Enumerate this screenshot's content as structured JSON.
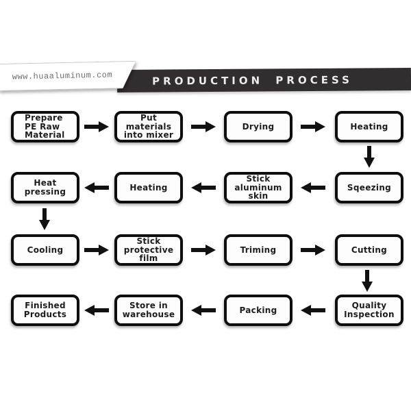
{
  "header": {
    "website": "www.huaaluminum.com",
    "title": "PRODUCTION PROCESS"
  },
  "colors": {
    "bar-color": "#322d2e",
    "bar-text-color": "#eeecec",
    "ribbon-text-color": "#6f6f6f",
    "ribbon-border-color": "#c6c6c6",
    "box-border-color": "#0f0e0e",
    "box-text-color": "#1e1d1d",
    "arrow-color": "#121111"
  },
  "flow": {
    "rows": [
      {
        "direction": "right",
        "boxes": [
          {
            "label": "Prepare\nPE Raw\nMaterial"
          },
          {
            "label": "Put\nmaterials\ninto mixer"
          },
          {
            "label": "Drying"
          },
          {
            "label": "Heating"
          }
        ]
      },
      {
        "direction": "left",
        "boxes": [
          {
            "label": "Heat\npressing"
          },
          {
            "label": "Heating"
          },
          {
            "label": "Stick\naluminum\nskin"
          },
          {
            "label": "Sqeezing"
          }
        ]
      },
      {
        "direction": "right",
        "boxes": [
          {
            "label": "Cooling"
          },
          {
            "label": "Stick\nprotective\nfilm"
          },
          {
            "label": "Triming"
          },
          {
            "label": "Cutting"
          }
        ]
      },
      {
        "direction": "left",
        "boxes": [
          {
            "label": "Finished\nProducts"
          },
          {
            "label": "Store in\nwarehouse"
          },
          {
            "label": "Packing"
          },
          {
            "label": "Quality\nInspection"
          }
        ]
      }
    ],
    "connectors": [
      {
        "type": "down",
        "from": "Heating",
        "to": "Sqeezing"
      },
      {
        "type": "down",
        "from": "Heat pressing",
        "to": "Cooling"
      },
      {
        "type": "down",
        "from": "Cutting",
        "to": "Quality Inspection"
      }
    ]
  }
}
